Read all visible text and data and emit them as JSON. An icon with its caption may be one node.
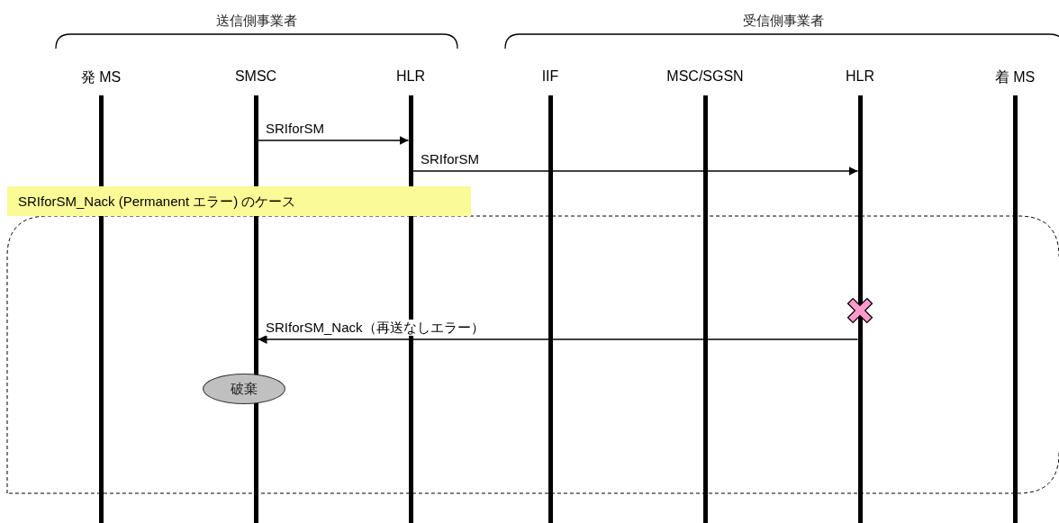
{
  "diagram": {
    "nodes": [
      {
        "text": [
          "発 MS"
        ]
      },
      {
        "text": [
          "SMSC"
        ]
      },
      {
        "text": [
          "HLR"
        ]
      },
      {
        "text": [
          "IIF"
        ]
      },
      {
        "text": [
          "MSC/SGSN"
        ]
      },
      {
        "text": [
          "HLR"
        ]
      },
      {
        "text": [
          "着 MS"
        ]
      },
      {
        "text": [
          "SRIforSM_Nack (Permanent エラー) のケース"
        ]
      },
      {
        "text": [
          "破棄"
        ]
      }
    ],
    "edges": [
      {
        "from": 1,
        "to": 2,
        "arrow": "to",
        "label": "SRIforSM"
      },
      {
        "from": 2,
        "to": 5,
        "arrow": "to",
        "label": "SRIforSM"
      },
      {
        "from": 5,
        "to": 1,
        "arrow": "to",
        "label": "SRIforSM_Nack（再送なしエラー）"
      }
    ],
    "labels": [
      "送信側事業者",
      "受信側事業者"
    ]
  }
}
